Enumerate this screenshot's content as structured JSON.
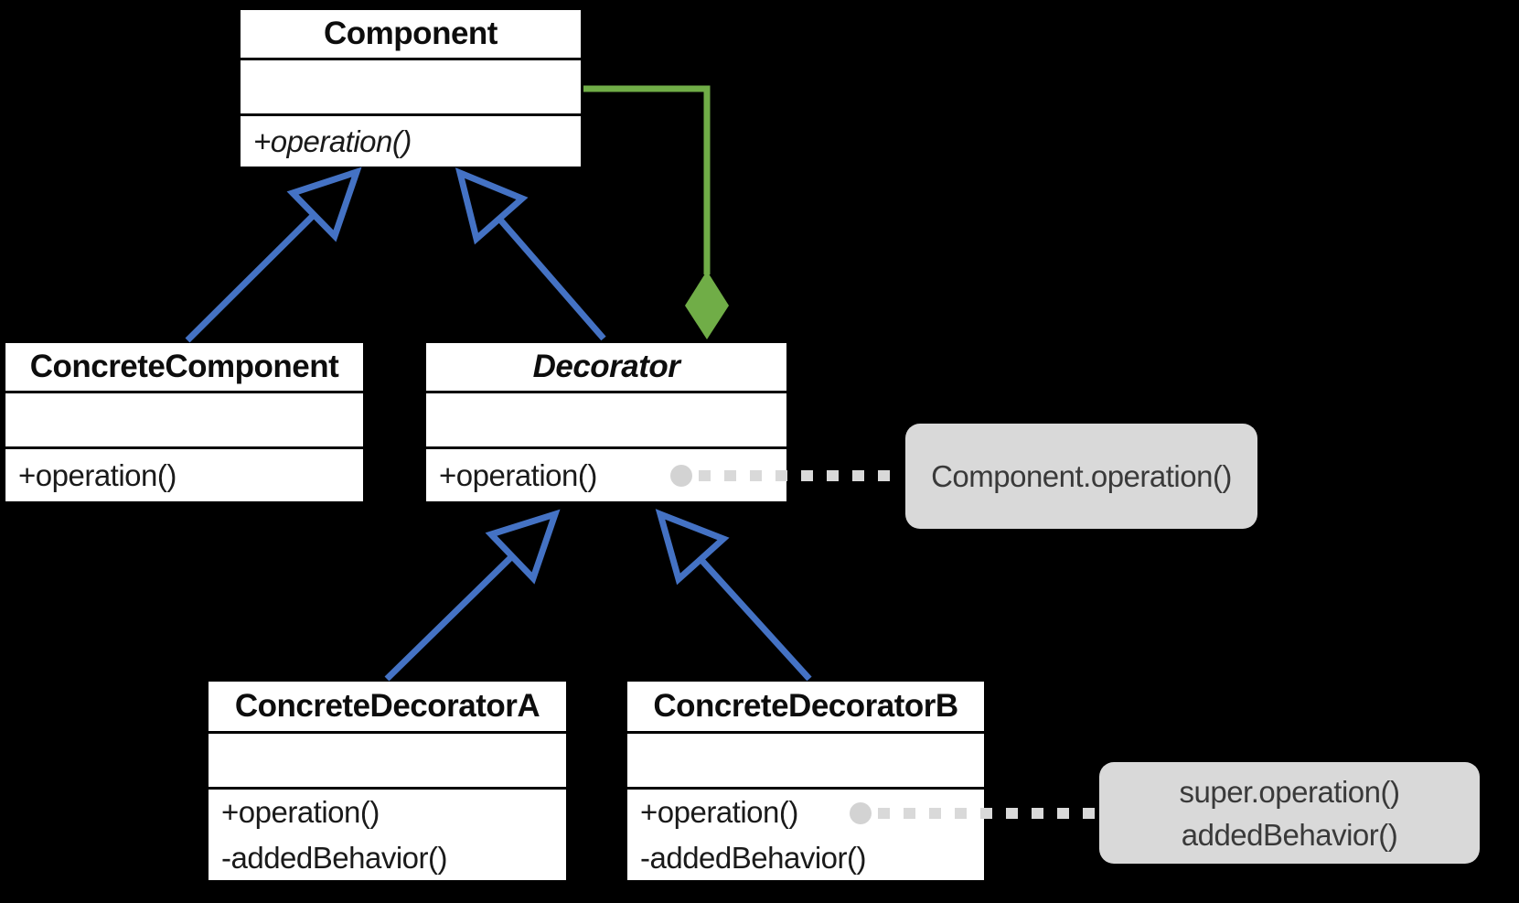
{
  "diagram": {
    "kind": "uml-class-diagram",
    "colors": {
      "background": "#000000",
      "class_fill": "#ffffff",
      "class_border": "#000000",
      "generalization_arrow": "#4472c4",
      "aggregation_connector": "#70ad47",
      "note_fill": "#d9d9d9",
      "note_text": "#3a3a3a",
      "note_link_dotted": "#d9d9d9"
    }
  },
  "classes": [
    {
      "name": "Component",
      "methods": [
        "+operation()"
      ]
    },
    {
      "name": "ConcreteComponent",
      "methods": [
        "+operation()"
      ]
    },
    {
      "name": "Decorator",
      "methods": [
        "+operation()"
      ]
    },
    {
      "name": "ConcreteDecoratorA",
      "methods": [
        "+operation()",
        "-addedBehavior()"
      ]
    },
    {
      "name": "ConcreteDecoratorB",
      "methods": [
        "+operation()",
        "-addedBehavior()"
      ]
    }
  ],
  "notes": [
    {
      "lines": [
        "Component.operation()"
      ]
    },
    {
      "lines": [
        "super.operation()",
        "addedBehavior()"
      ]
    }
  ],
  "relationships": [
    {
      "type": "generalization",
      "from": "ConcreteComponent",
      "to": "Component",
      "color": "#4472c4"
    },
    {
      "type": "generalization",
      "from": "Decorator",
      "to": "Component",
      "color": "#4472c4"
    },
    {
      "type": "generalization",
      "from": "ConcreteDecoratorA",
      "to": "Decorator",
      "color": "#4472c4"
    },
    {
      "type": "generalization",
      "from": "ConcreteDecoratorB",
      "to": "Decorator",
      "color": "#4472c4"
    },
    {
      "type": "aggregation",
      "from": "Component",
      "to": "Decorator",
      "color": "#70ad47"
    },
    {
      "type": "note-link",
      "from": "Decorator.+operation()",
      "to": "Component.operation()",
      "color": "#d9d9d9"
    },
    {
      "type": "note-link",
      "from": "ConcreteDecoratorB.+operation()",
      "to": "super.operation() addedBehavior()",
      "color": "#d9d9d9"
    }
  ]
}
